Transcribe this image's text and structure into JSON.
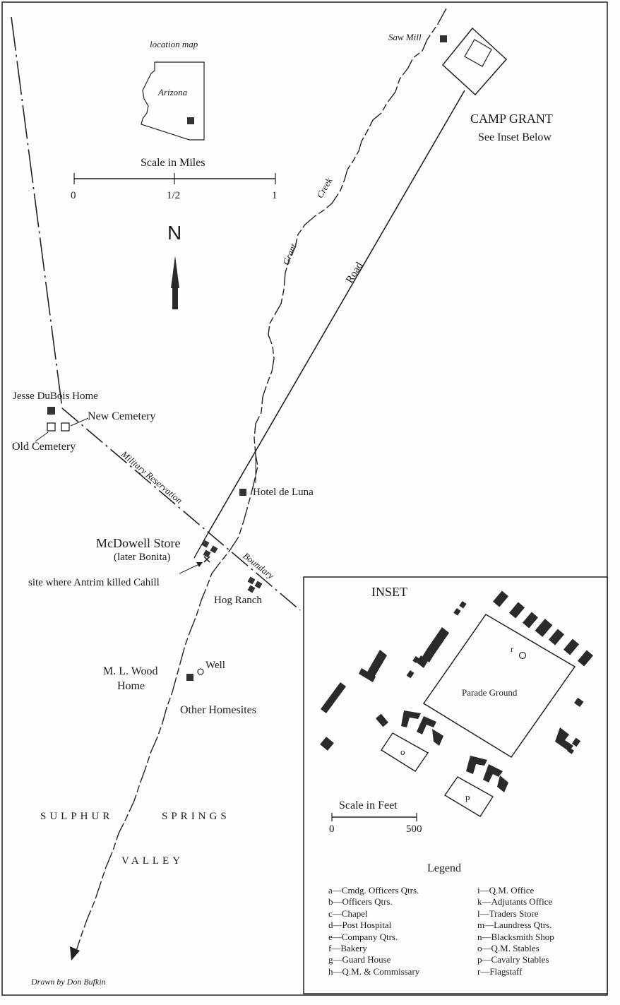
{
  "location_map": {
    "title": "location map",
    "state": "Arizona"
  },
  "scale_miles": {
    "title": "Scale in Miles",
    "tick0": "0",
    "tick_half": "1/2",
    "tick1": "1"
  },
  "north": "N",
  "places": {
    "saw_mill": "Saw Mill",
    "camp_grant": "CAMP GRANT",
    "see_inset": "See Inset Below",
    "jesse_dubois": "Jesse DuBois Home",
    "new_cemetery": "New Cemetery",
    "old_cemetery": "Old Cemetery",
    "hotel_de_luna": "Hotel de Luna",
    "mcdowell_store": "McDowell Store",
    "later_bonita": "(later Bonita)",
    "antrim_site": "site where Antrim killed Cahill",
    "hog_ranch": "Hog Ranch",
    "wood_home_1": "M. L. Wood",
    "wood_home_2": "Home",
    "well": "Well",
    "other_homesites": "Other Homesites"
  },
  "features": {
    "creek_word1": "Grant",
    "creek_word2": "Creek",
    "road": "Road",
    "military_reservation": "Military Reservation",
    "boundary": "Boundary"
  },
  "region": {
    "word1": "SULPHUR",
    "word2": "SPRINGS",
    "word3": "VALLEY"
  },
  "credit": "Drawn by Don Bufkin",
  "inset": {
    "title": "INSET",
    "parade_ground": "Parade Ground",
    "scale_title": "Scale in Feet",
    "scale_0": "0",
    "scale_500": "500",
    "building_letters": {
      "o": "o",
      "p": "p",
      "r": "r"
    }
  },
  "legend": {
    "title": "Legend",
    "left": [
      "a—Cmdg. Officers Qtrs.",
      "b—Officers Qtrs.",
      "c—Chapel",
      "d—Post Hospital",
      "e—Company Qtrs.",
      "f—Bakery",
      "g—Guard House",
      "h—Q.M. & Commissary"
    ],
    "right": [
      "i—Q.M. Office",
      "k—Adjutants Office",
      "l—Traders Store",
      "m—Laundress Qtrs.",
      "n—Blacksmith Shop",
      "o—Q.M. Stables",
      "p—Cavalry Stables",
      "r—Flagstaff"
    ]
  }
}
